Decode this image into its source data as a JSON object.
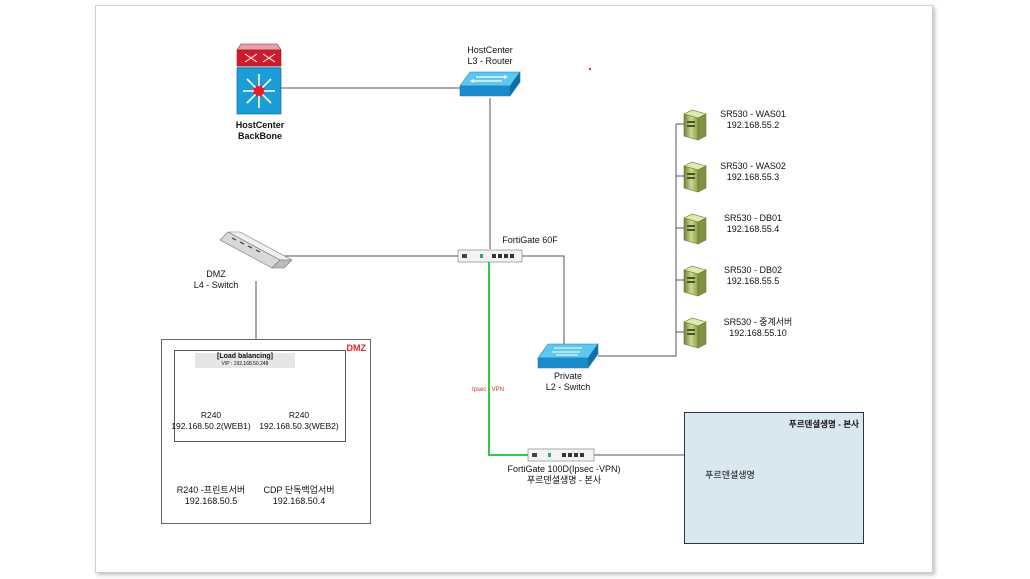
{
  "nodes": {
    "backbone": {
      "line1": "HostCenter",
      "line2": "BackBone"
    },
    "router": {
      "line1": "HostCenter",
      "line2": "L3 - Router"
    },
    "fortigate60f": {
      "label": "FortiGate 60F"
    },
    "dmz_switch": {
      "line1": "DMZ",
      "line2": "L4 - Switch"
    },
    "private_switch": {
      "line1": "Private",
      "line2": "L2 - Switch"
    },
    "fortigate100d": {
      "line1": "FortiGate 100D(Ipsec -VPN)",
      "line2": "푸르덴셜생명 - 본사"
    }
  },
  "servers_private": [
    {
      "name": "SR530 - WAS01",
      "ip": "192.168.55.2"
    },
    {
      "name": "SR530 - WAS02",
      "ip": "192.168.55.3"
    },
    {
      "name": "SR530 - DB01",
      "ip": "192.168.55.4"
    },
    {
      "name": "SR530 - DB02",
      "ip": "192.168.55.5"
    },
    {
      "name": "SR530 - 중계서버",
      "ip": "192.168.55.10"
    }
  ],
  "dmz": {
    "title": "DMZ",
    "lb_title": "[Load balancing]",
    "lb_vip": "VIP : 192.168.50.248",
    "web1": {
      "name": "R240",
      "ip": "192.168.50.2(WEB1)"
    },
    "web2": {
      "name": "R240",
      "ip": "192.168.50.3(WEB2)"
    },
    "print": {
      "name": "R240 -프린트서버",
      "ip": "192.168.50.5"
    },
    "backup": {
      "name": "CDP 단독백업서버",
      "ip": "192.168.50.4"
    }
  },
  "hq": {
    "title": "푸르덴셜생명 - 본사",
    "server": "푸르덴셜생명"
  },
  "vpn_label": "Ipsec - VPN",
  "colors": {
    "vpn_link": "#2ecc40",
    "link": "#555555",
    "dmz_title": "#e02020",
    "hq_bg": "#d8e8ee"
  }
}
